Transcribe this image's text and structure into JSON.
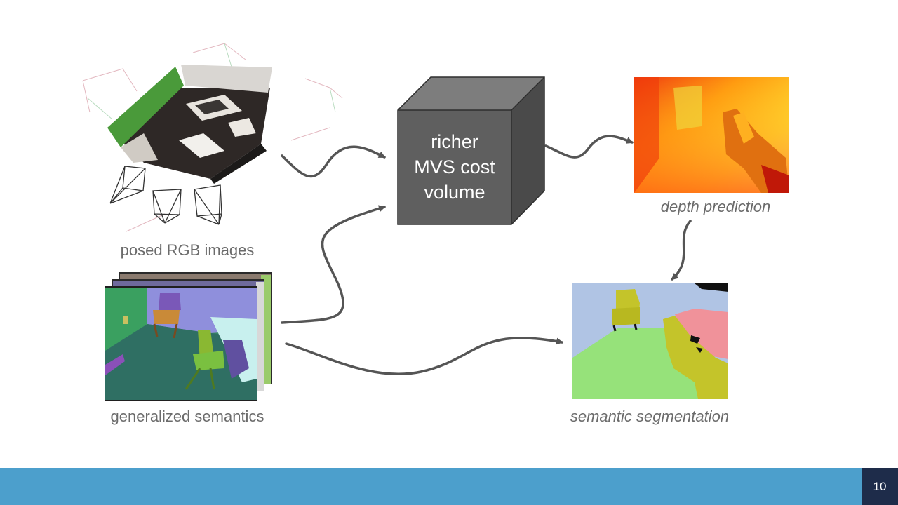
{
  "labels": {
    "rgb": "posed RGB images",
    "semantics": "generalized semantics",
    "depth": "depth prediction",
    "segmentation": "semantic segmentation"
  },
  "cube": {
    "lines": [
      "richer",
      "MVS cost",
      "volume"
    ]
  },
  "footer": {
    "page_number": "10",
    "bar_color": "#4c9fcc",
    "page_box_color": "#1e2c4a"
  },
  "colors": {
    "arrow": "#555555",
    "cube_front": "#5f5f5f",
    "cube_top": "#7d7d7d",
    "cube_side": "#4a4a4a"
  }
}
